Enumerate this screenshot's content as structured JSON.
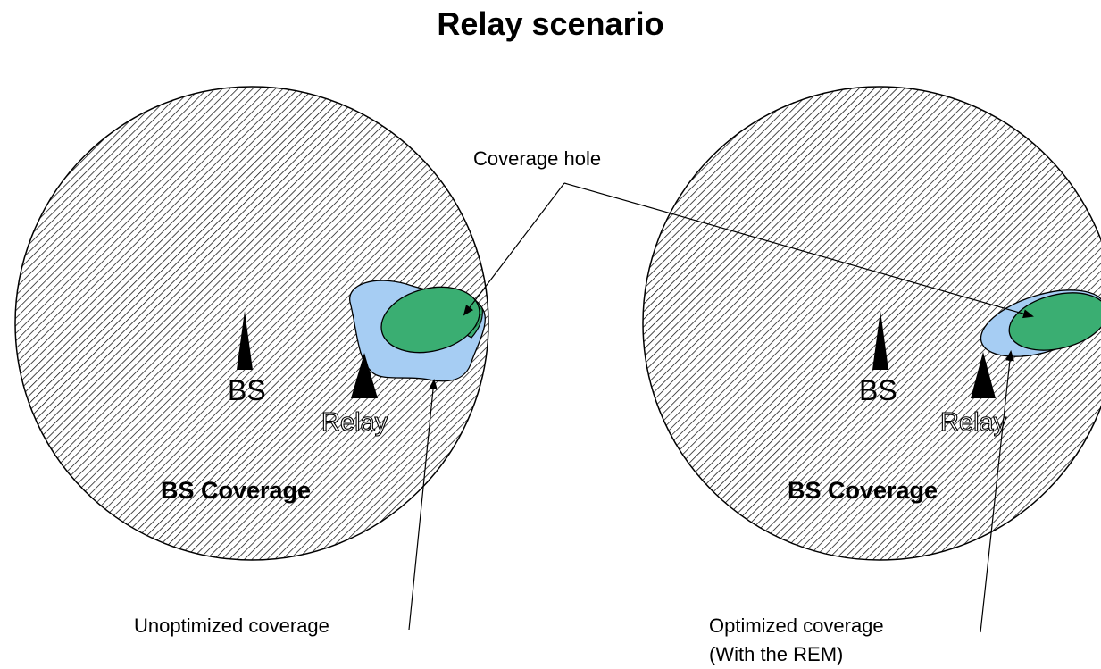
{
  "title": "Relay scenario",
  "labels": {
    "coverage_hole": "Coverage hole",
    "bs": "BS",
    "relay": "Relay",
    "bs_coverage": "BS Coverage",
    "unoptimized": "Unoptimized coverage",
    "optimized_line1": "Optimized coverage",
    "optimized_line2": "(With the REM)"
  },
  "colors": {
    "coverage_hatch": "#000000",
    "relay_blue": "#a6cdf3",
    "relay_green": "#3aae72",
    "marker": "#000000"
  }
}
